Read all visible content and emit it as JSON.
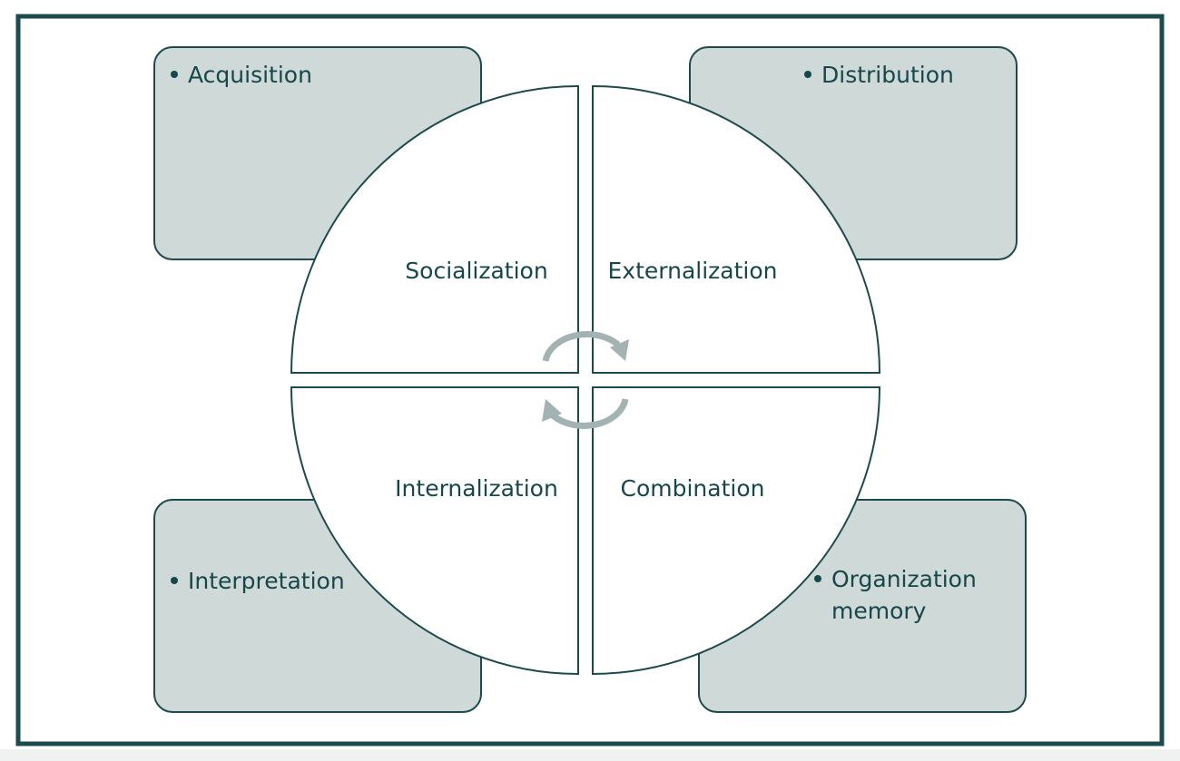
{
  "corners": {
    "top_left": "Acquisition",
    "top_right": "Distribution",
    "bottom_left": "Interpretation",
    "bottom_right_line1": "Organization",
    "bottom_right_line2": "memory"
  },
  "quadrants": {
    "top_left": "Socialization",
    "top_right": "Externalization",
    "bottom_left": "Internalization",
    "bottom_right": "Combination"
  },
  "colors": {
    "frame": "#1d4a4c",
    "box_fill": "#cfd9d7",
    "text": "#16474a",
    "cycle_arrows": "#a3b2b2"
  },
  "icons": [
    "cycle-arrow-top-icon",
    "cycle-arrow-bottom-icon",
    "bullet-icon"
  ]
}
